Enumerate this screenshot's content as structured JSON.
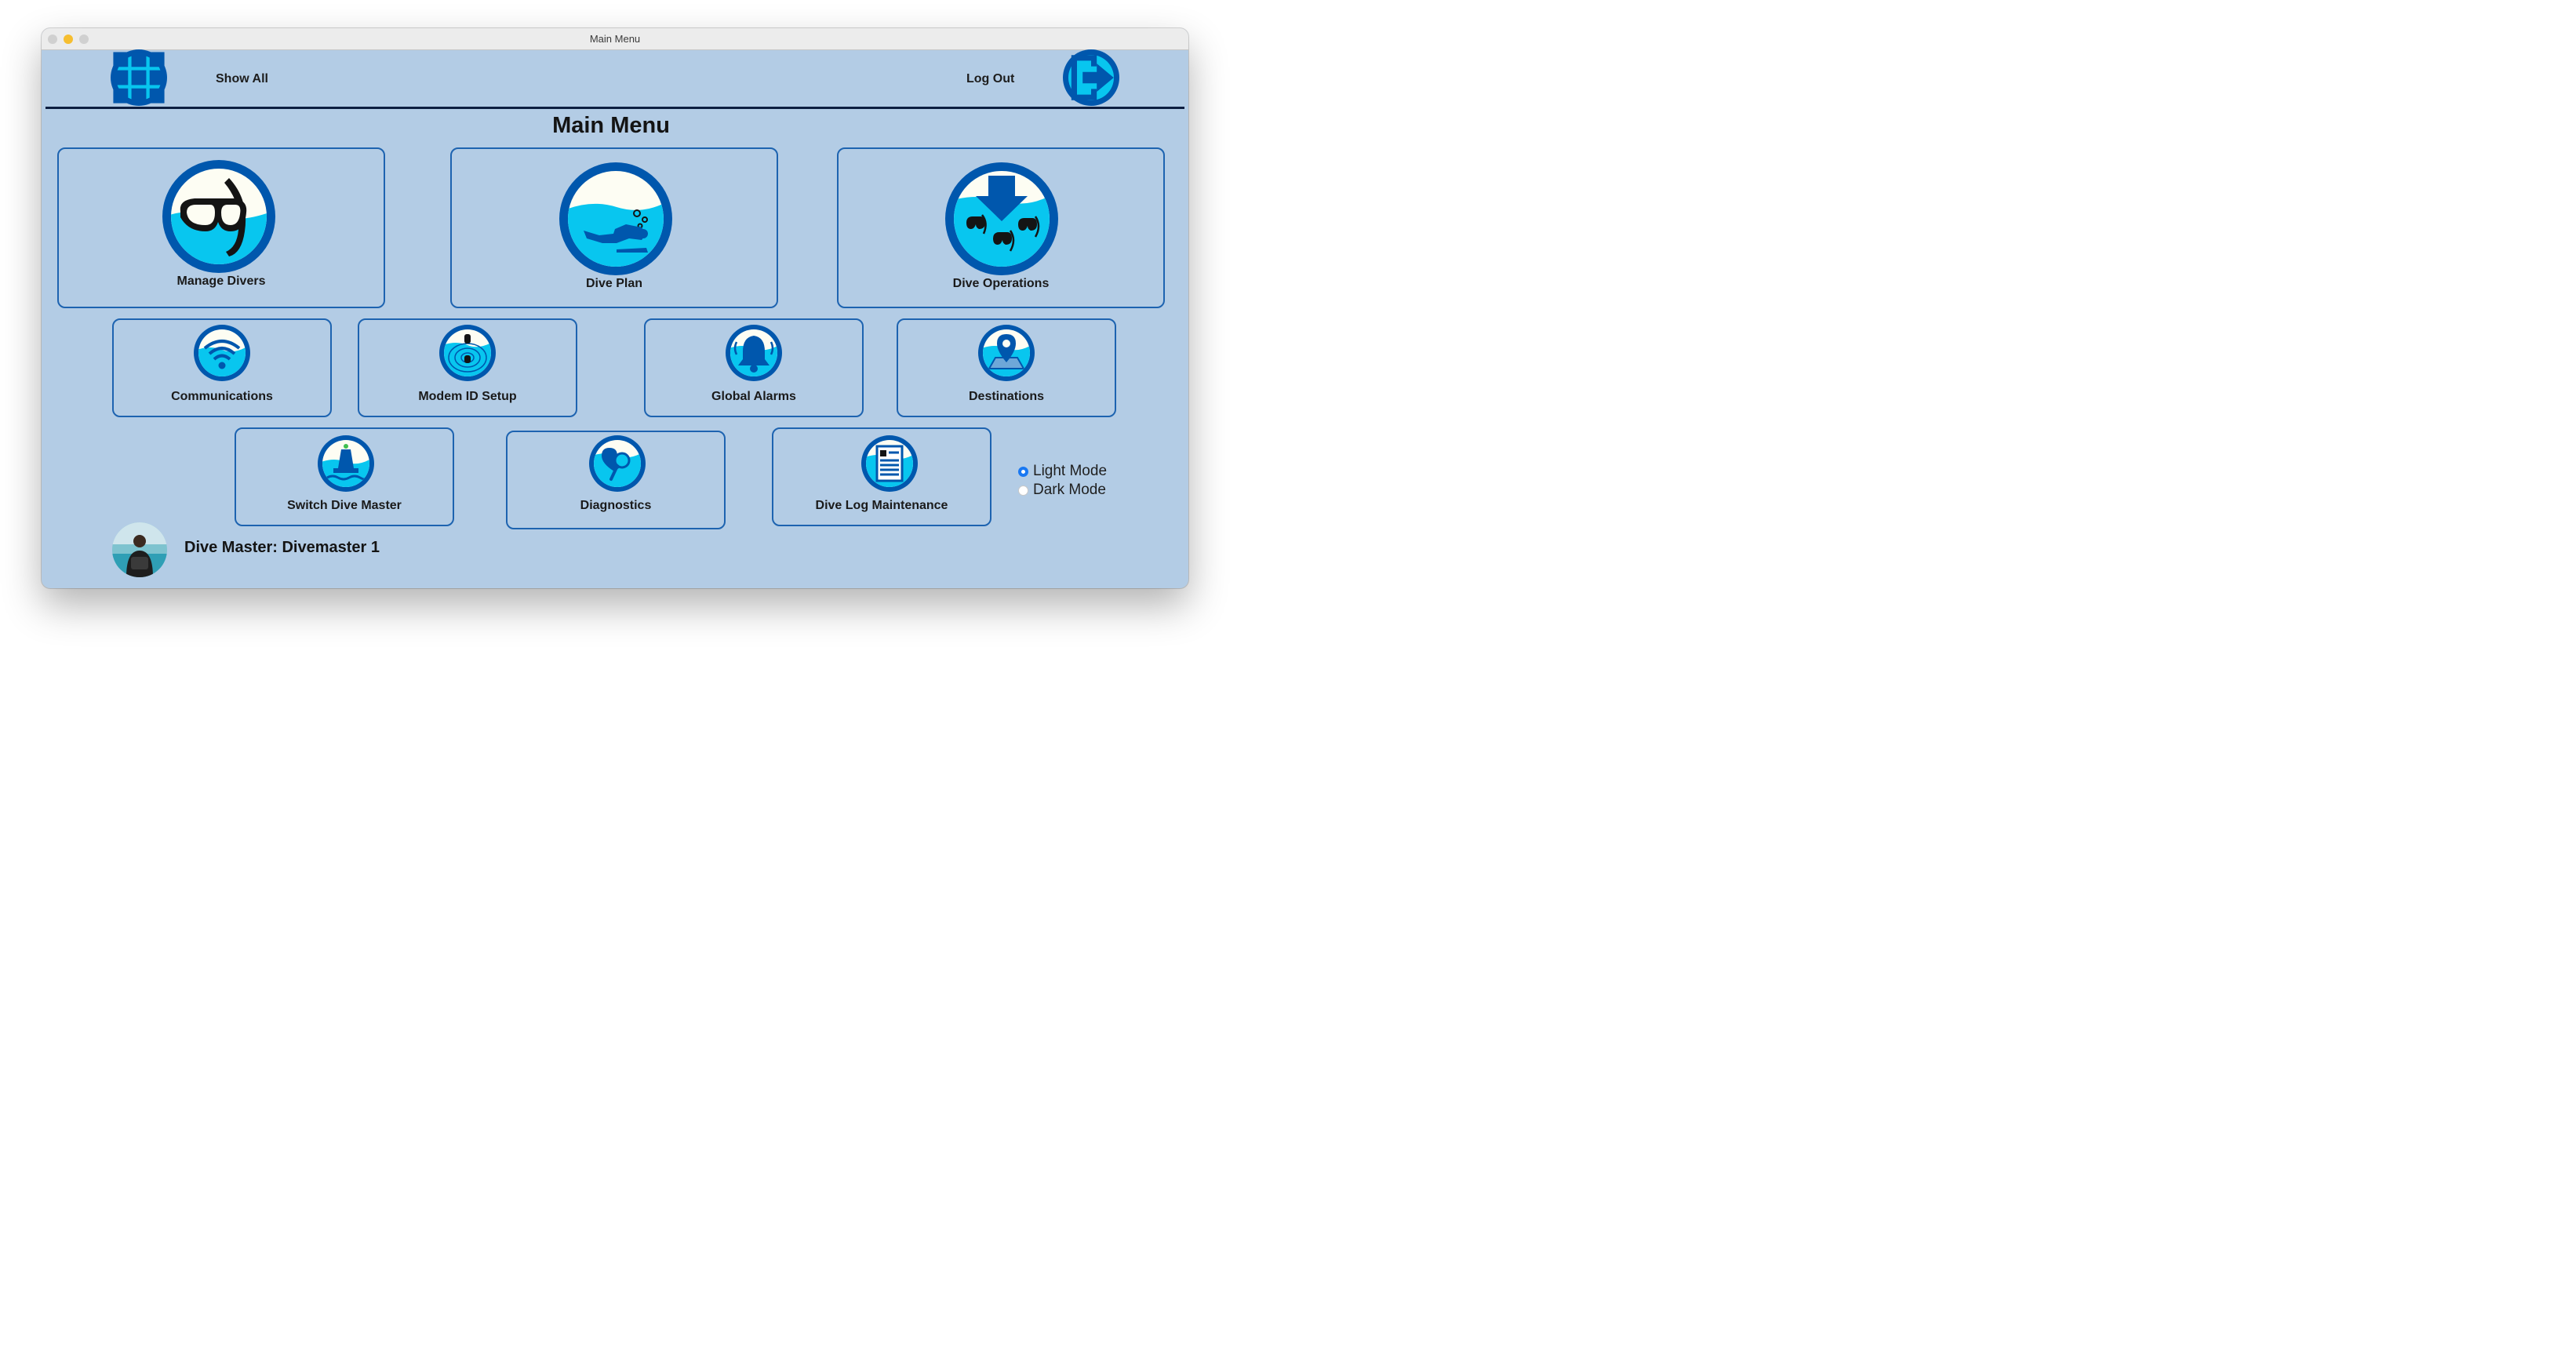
{
  "window": {
    "title": "Main Menu"
  },
  "header": {
    "show_all_label": "Show All",
    "logout_label": "Log Out",
    "show_all_icon": "grid-icon",
    "logout_icon": "logout-icon"
  },
  "main": {
    "title": "Main Menu",
    "tiles": [
      {
        "label": "Manage Divers",
        "icon": "dive-mask-snorkel-icon"
      },
      {
        "label": "Dive Plan",
        "icon": "scuba-diver-icon"
      },
      {
        "label": "Dive Operations",
        "icon": "dive-operations-icon"
      },
      {
        "label": "Communications",
        "icon": "wifi-signal-icon"
      },
      {
        "label": "Modem ID Setup",
        "icon": "modem-sonar-icon"
      },
      {
        "label": "Global Alarms",
        "icon": "alarm-bell-icon"
      },
      {
        "label": "Destinations",
        "icon": "map-pin-icon"
      },
      {
        "label": "Switch Dive Master",
        "icon": "buoy-icon"
      },
      {
        "label": "Diagnostics",
        "icon": "diagnostics-magnifier-icon"
      },
      {
        "label": "Dive Log Maintenance",
        "icon": "log-document-icon"
      }
    ]
  },
  "theme": {
    "options": [
      {
        "label": "Light Mode",
        "selected": true
      },
      {
        "label": "Dark Mode",
        "selected": false
      }
    ]
  },
  "footer": {
    "dive_master_label": "Dive Master: Divemaster 1"
  },
  "colors": {
    "background": "#b3cce5",
    "ring": "#0057ad",
    "water": "#08c6ef",
    "tile_border": "#1d63b0",
    "radio_accent": "#1978f2"
  }
}
